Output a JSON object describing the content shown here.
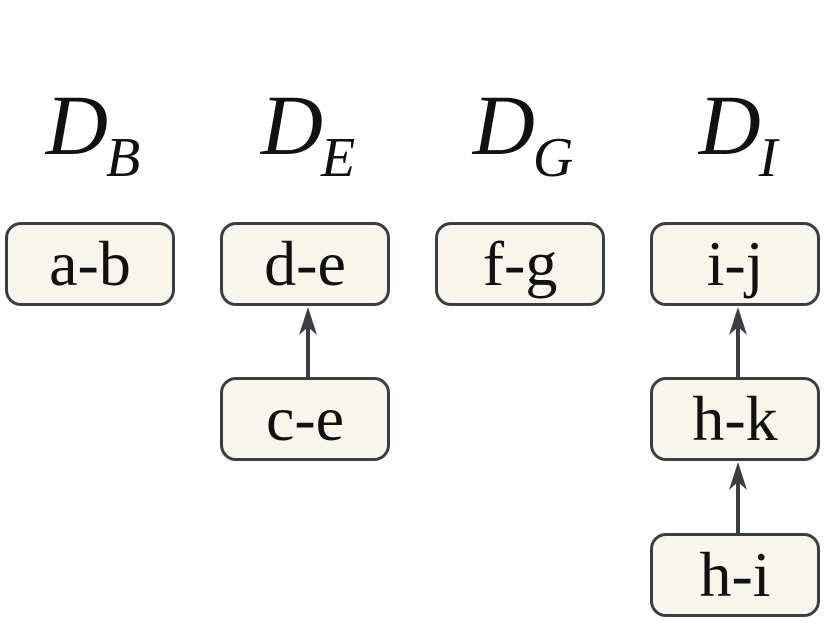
{
  "columns": [
    {
      "header": {
        "main": "D",
        "sub": "B"
      },
      "nodes": [
        "a-b"
      ]
    },
    {
      "header": {
        "main": "D",
        "sub": "E"
      },
      "nodes": [
        "d-e",
        "c-e"
      ]
    },
    {
      "header": {
        "main": "D",
        "sub": "G"
      },
      "nodes": [
        "f-g"
      ]
    },
    {
      "header": {
        "main": "D",
        "sub": "I"
      },
      "nodes": [
        "i-j",
        "h-k",
        "h-i"
      ]
    }
  ],
  "colors": {
    "node_fill": "#f7f5ec",
    "node_border": "#3a3d42",
    "arrow": "#3a3d42",
    "text": "#111111"
  }
}
